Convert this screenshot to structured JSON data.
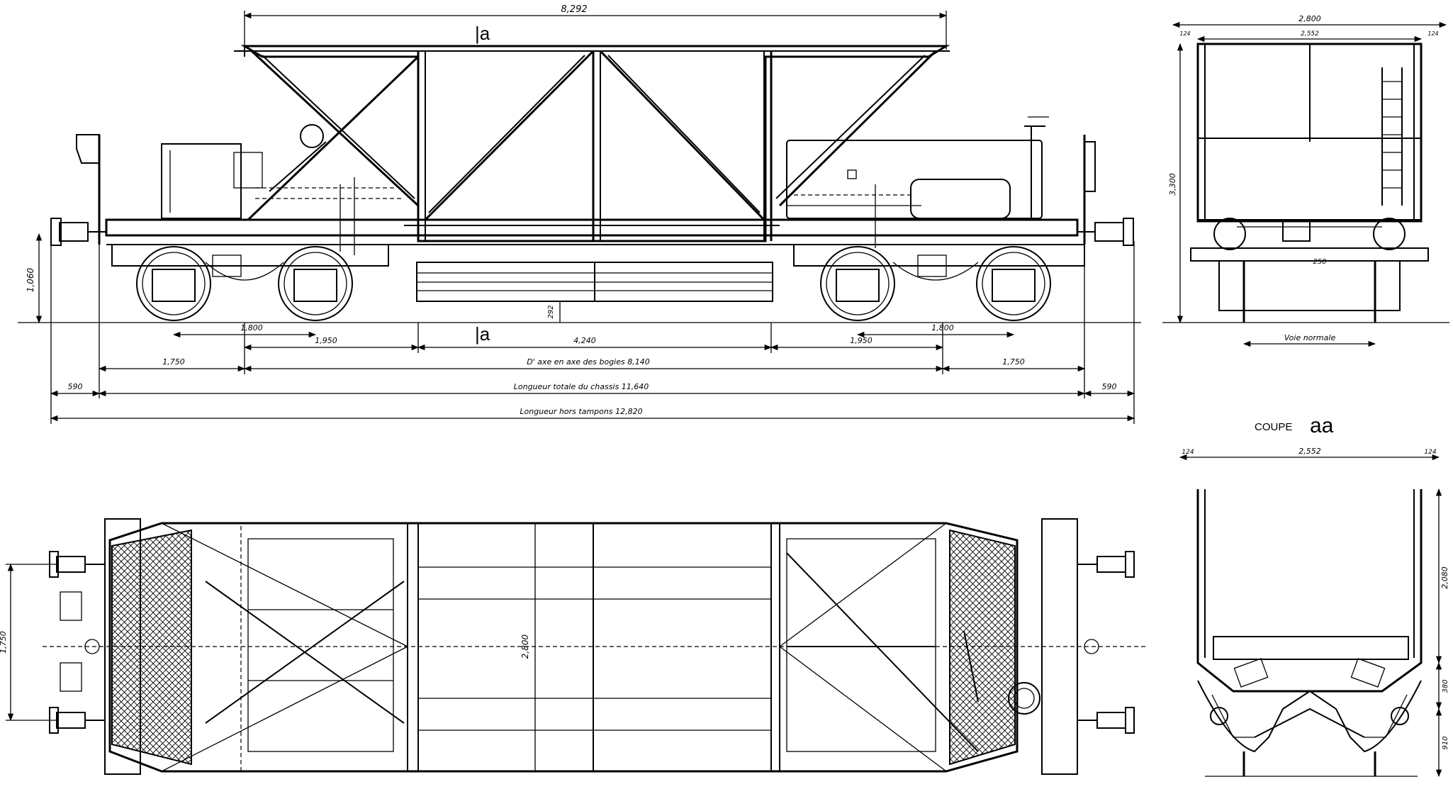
{
  "section_marks": {
    "top": "|a",
    "bottom": "|a"
  },
  "side_view": {
    "overall_top": "8,292",
    "height_left": "1,060",
    "small_center": "292",
    "bogie_wheelbase_left": "1,800",
    "bogie_wheelbase_right": "1,800",
    "seg_left": "1,950",
    "seg_center": "4,240",
    "seg_right": "1,950",
    "overhang_left": "1,750",
    "overhang_right": "1,750",
    "bogie_centres": "D' axe en axe des bogies 8,140",
    "frame_length": "Longueur totale du chassis 11,640",
    "buffer_length": "Longueur hors tampons 12,820",
    "buffer_left": "590",
    "buffer_right": "590"
  },
  "end_view": {
    "overall_width": "2,800",
    "inner_width": "2,552",
    "edge_left": "124",
    "edge_right": "124",
    "height": "3,300",
    "small": "250",
    "track_label": "Voie normale"
  },
  "section_view": {
    "title": "COUPE",
    "title_mark": "aa",
    "inner_width": "2,552",
    "edge_left": "124",
    "edge_right": "124",
    "height_total": "2,080",
    "height_mid": "380",
    "height_low": "910"
  },
  "plan_view": {
    "buffer_spacing": "1,750",
    "body_width": "2,800"
  }
}
